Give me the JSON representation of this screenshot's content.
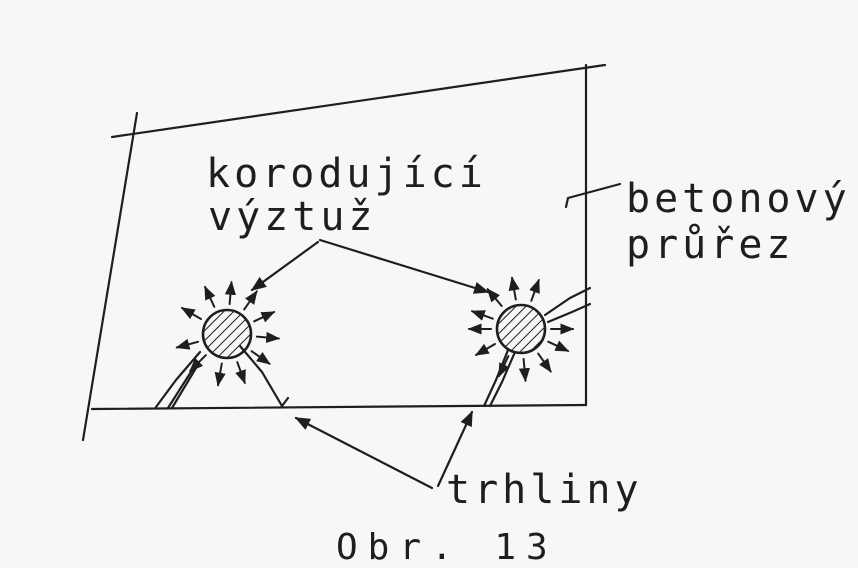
{
  "labels": {
    "corroding_reinforcement": [
      "korodující",
      "výztuž"
    ],
    "concrete_section": [
      "betonový",
      "průřez"
    ],
    "cracks": "trhliny"
  },
  "caption": "Obr. 13",
  "colors": {
    "ink": "#1e1e1e",
    "paper": "#f7f7f5"
  }
}
